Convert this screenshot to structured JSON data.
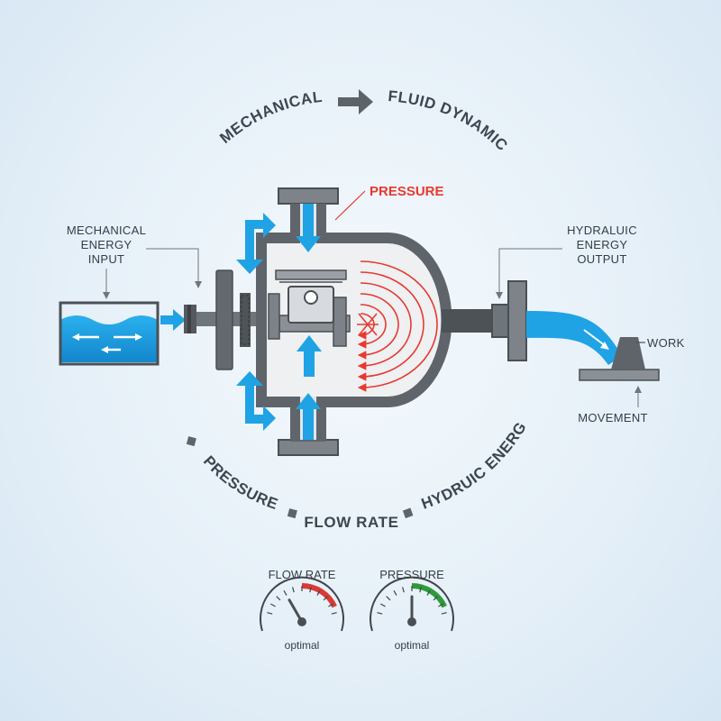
{
  "arc_top": {
    "left": "MECHANICAL",
    "right": "FLUID DYNAMICS"
  },
  "arc_bottom": {
    "left": "PRESSURE",
    "middle": "FLOW RATE",
    "right": "HYDRUIC ENERGY"
  },
  "callouts": {
    "pressure": "PRESSURE",
    "mech_input": [
      "MECHANICAL",
      "ENERGY",
      "INPUT"
    ],
    "hyd_output": [
      "HYDRALUIC",
      "ENERGY",
      "OUTPUT"
    ],
    "work": "WORK",
    "movement": "MOVEMENT"
  },
  "gauges": [
    {
      "title": "FLOW RATE",
      "caption": "optimal",
      "accent": "#d93a36",
      "needle_level": 0.3
    },
    {
      "title": "PRESSURE",
      "caption": "optimal",
      "accent": "#2f9a3a",
      "needle_level": 0.5
    }
  ],
  "colors": {
    "water": "#1fa3e4",
    "housing": "#5e646a",
    "pressure_red": "#e8392f",
    "text": "#333d47"
  }
}
